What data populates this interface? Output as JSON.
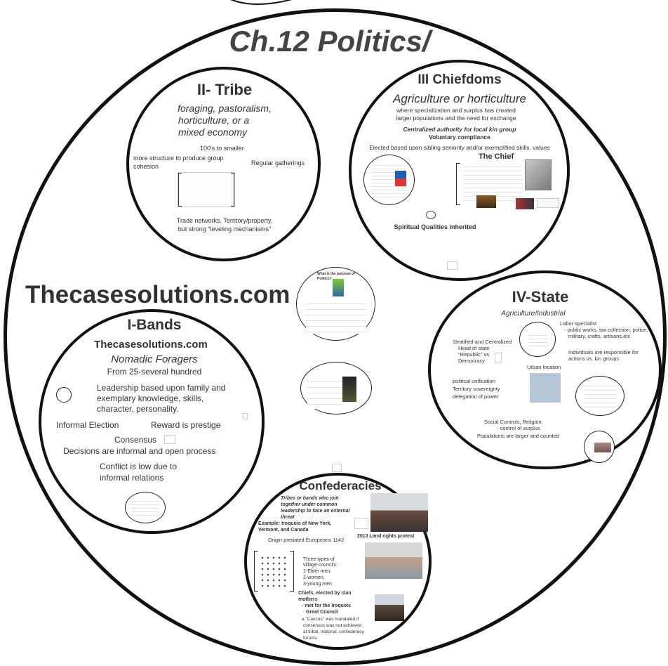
{
  "title": "Ch.12 Politics/",
  "watermark": "Thecasesolutions.com",
  "tribe": {
    "heading": "II- Tribe",
    "subtitle_1": "foraging, pastoralism,",
    "subtitle_2": "horticulture, or a",
    "subtitle_3": "mixed economy",
    "size": "100's to smaller",
    "structure_1": "more structure to produce group",
    "structure_2": "cohesion",
    "gatherings": "Regular gatherings",
    "trade_1": "Trade networks, Territory/property,",
    "trade_2": "but strong \"leveling mechanisms\""
  },
  "chiefdoms": {
    "heading": "III Chiefdoms",
    "subtitle": "Agriculture or horticulture",
    "line_1": "where specialization and surplus has  created",
    "line_2": "larger populations and the need for exchange",
    "authority": "Centralized authority for local kin group",
    "compliance": "Voluntary compliance",
    "elected": "Elected based upon sibling seniority and/or exemplified skills, values",
    "chief_label": "The Chief",
    "spiritual": "Spiritual Qualities inherited"
  },
  "bands": {
    "heading": "I-Bands",
    "site": "Thecasesolutions.com",
    "subtitle": "Nomadic Foragers",
    "size": "From 25-several hundred",
    "leadership_1": "Leadership based upon family and",
    "leadership_2": "exemplary knowledge, skills,",
    "leadership_3": "character, personality.",
    "election": "Informal Election",
    "reward": "Reward is prestige",
    "consensus": "Consensus",
    "decisions": "Decisions are informal and open process",
    "conflict_1": "Conflict is low due to",
    "conflict_2": "informal relations"
  },
  "state": {
    "heading": "IV-State",
    "subtitle": "Agriculture/Industrial",
    "labor_1": "Labor specialist",
    "labor_2": "- public works, tax collection, police,",
    "labor_3": "military, crafts, artisans,etc",
    "strat_1": "Stratified and Centralized",
    "strat_2": "Head of state",
    "strat_3": "\"Republic\" vs",
    "strat_4": "Democracy",
    "individuals_1": "Individuals are responsible for",
    "individuals_2": "actions vs. kin groups",
    "urban": "Urban location",
    "political_1": "political unification",
    "political_2": "Territory sovereignty",
    "political_3": "delegation of power",
    "social_1": "Social Controls, Religion,",
    "social_2": "- control of surplus",
    "social_3": "Populations are larger and counted"
  },
  "purpose": {
    "question_1": "What is the purpose of",
    "question_2": "Politics?"
  },
  "confederacies": {
    "heading": "Confederacies",
    "desc_1": "Tribes or bands who join",
    "desc_2": "together under common",
    "desc_3": "leadership to face an external",
    "desc_4": "threat",
    "example_1": "Example: Iroquois of New York,",
    "example_2": "Vermont, and Canada",
    "origin": "Origin predated Europeans 1142",
    "protest": "2013 Land rights protest",
    "councils_1": "Three types of",
    "councils_2": "village councils:",
    "councils_3": "1-Elder men,",
    "councils_4": "2-women,",
    "councils_5": "3-young men",
    "chiefs_1": "Chiefs, elected by clan",
    "chiefs_2": "mothers",
    "chiefs_3": "- met for the Iroquois",
    "chiefs_4": "Great Council",
    "chiefs_5": "a \"Caucus\" was mandated if",
    "chiefs_6": "consensus was not achieved",
    "chiefs_7": "at tribal, national, confederacy",
    "chiefs_8": "forums"
  },
  "colors": {
    "stroke": "#111111",
    "text": "#333333",
    "urban_photo": "#b5c7d8"
  }
}
